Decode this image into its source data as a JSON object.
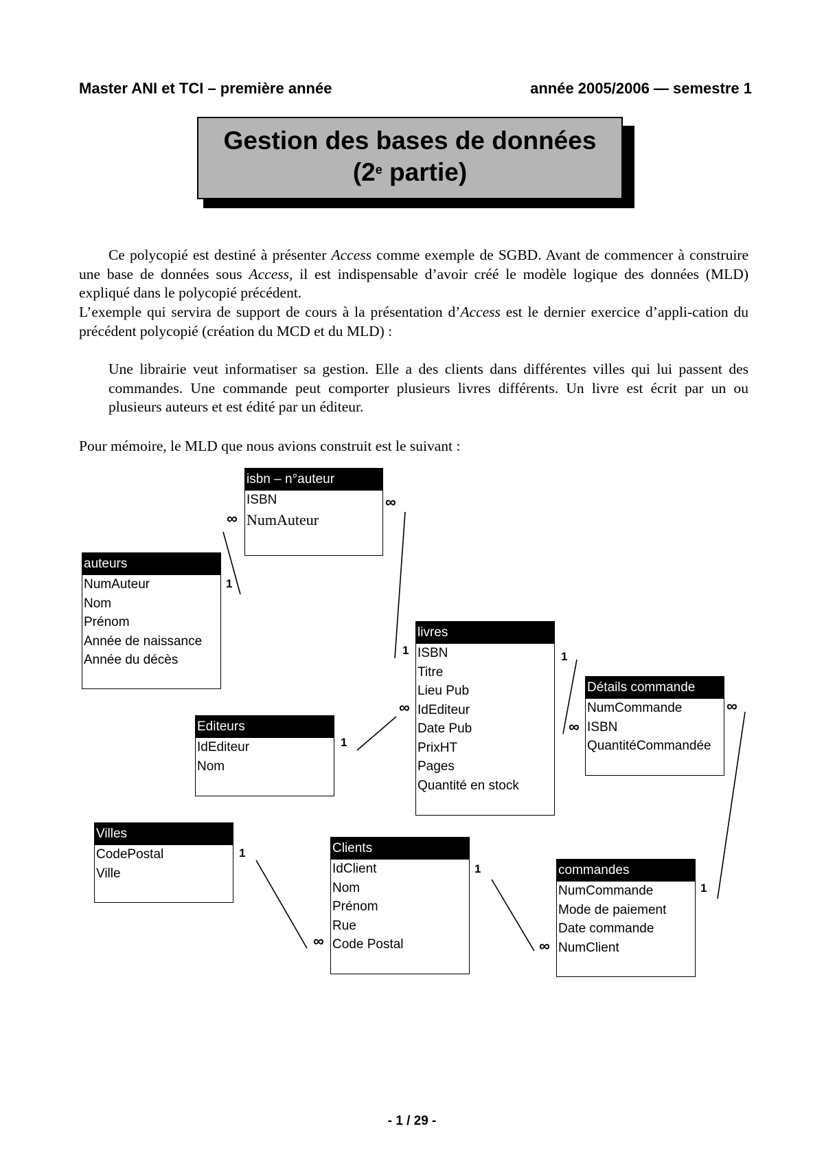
{
  "header": {
    "left": "Master ANI et TCI – première année",
    "right": "année 2005/2006 — semestre 1"
  },
  "title": {
    "line1": "Gestion des bases de données",
    "line2_pre": "(2",
    "line2_sup": "e",
    "line2_post": " partie)"
  },
  "intro": {
    "p1_a": "Ce polycopié est destiné à présenter ",
    "p1_em1": "Access",
    "p1_b": " comme exemple de SGBD. Avant de commencer à construire une base de données sous ",
    "p1_em2": "Access",
    "p1_c": ", il est indispensable d’avoir créé le modèle logique des données (MLD) expliqué dans le polycopié précédent.",
    "p2_a": "L’exemple qui servira de support de cours à la présentation d’",
    "p2_em": "Access",
    "p2_b": " est le dernier exercice d’appli-cation du précédent polycopié (création du MCD et du MLD) :"
  },
  "exercise": "Une librairie veut informatiser sa gestion. Elle a des clients dans différentes villes qui lui passent des commandes. Une commande peut comporter plusieurs livres différents. Un livre est écrit par un ou plusieurs auteurs et est édité par un éditeur.",
  "memo": "Pour mémoire, le MLD que nous avions construit est le suivant :",
  "tables": {
    "isbn_auteur": {
      "name": "isbn – n°auteur",
      "fields": [
        "ISBN",
        "NumAuteur"
      ]
    },
    "auteurs": {
      "name": "auteurs",
      "fields": [
        "NumAuteur",
        "Nom",
        "Prénom",
        "Année de naissance",
        "Année du décès"
      ]
    },
    "livres": {
      "name": "livres",
      "fields": [
        "ISBN",
        "Titre",
        "Lieu Pub",
        "IdEditeur",
        "Date Pub",
        "PrixHT",
        "Pages",
        "Quantité en stock"
      ]
    },
    "details": {
      "name": "Détails commande",
      "fields": [
        "NumCommande",
        "ISBN",
        "QuantitéCommandée"
      ]
    },
    "editeurs": {
      "name": "Editeurs",
      "fields": [
        "IdEditeur",
        "Nom"
      ]
    },
    "villes": {
      "name": "Villes",
      "fields": [
        "CodePostal",
        "Ville"
      ]
    },
    "clients": {
      "name": "Clients",
      "fields": [
        "IdClient",
        "Nom",
        "Prénom",
        "Rue",
        "Code Postal"
      ]
    },
    "commandes": {
      "name": "commandes",
      "fields": [
        "NumCommande",
        "Mode de paiement",
        "Date commande",
        "NumClient"
      ]
    }
  },
  "cardinality": {
    "one": "1",
    "many": "∞"
  },
  "footer": "- 1 / 29 -"
}
